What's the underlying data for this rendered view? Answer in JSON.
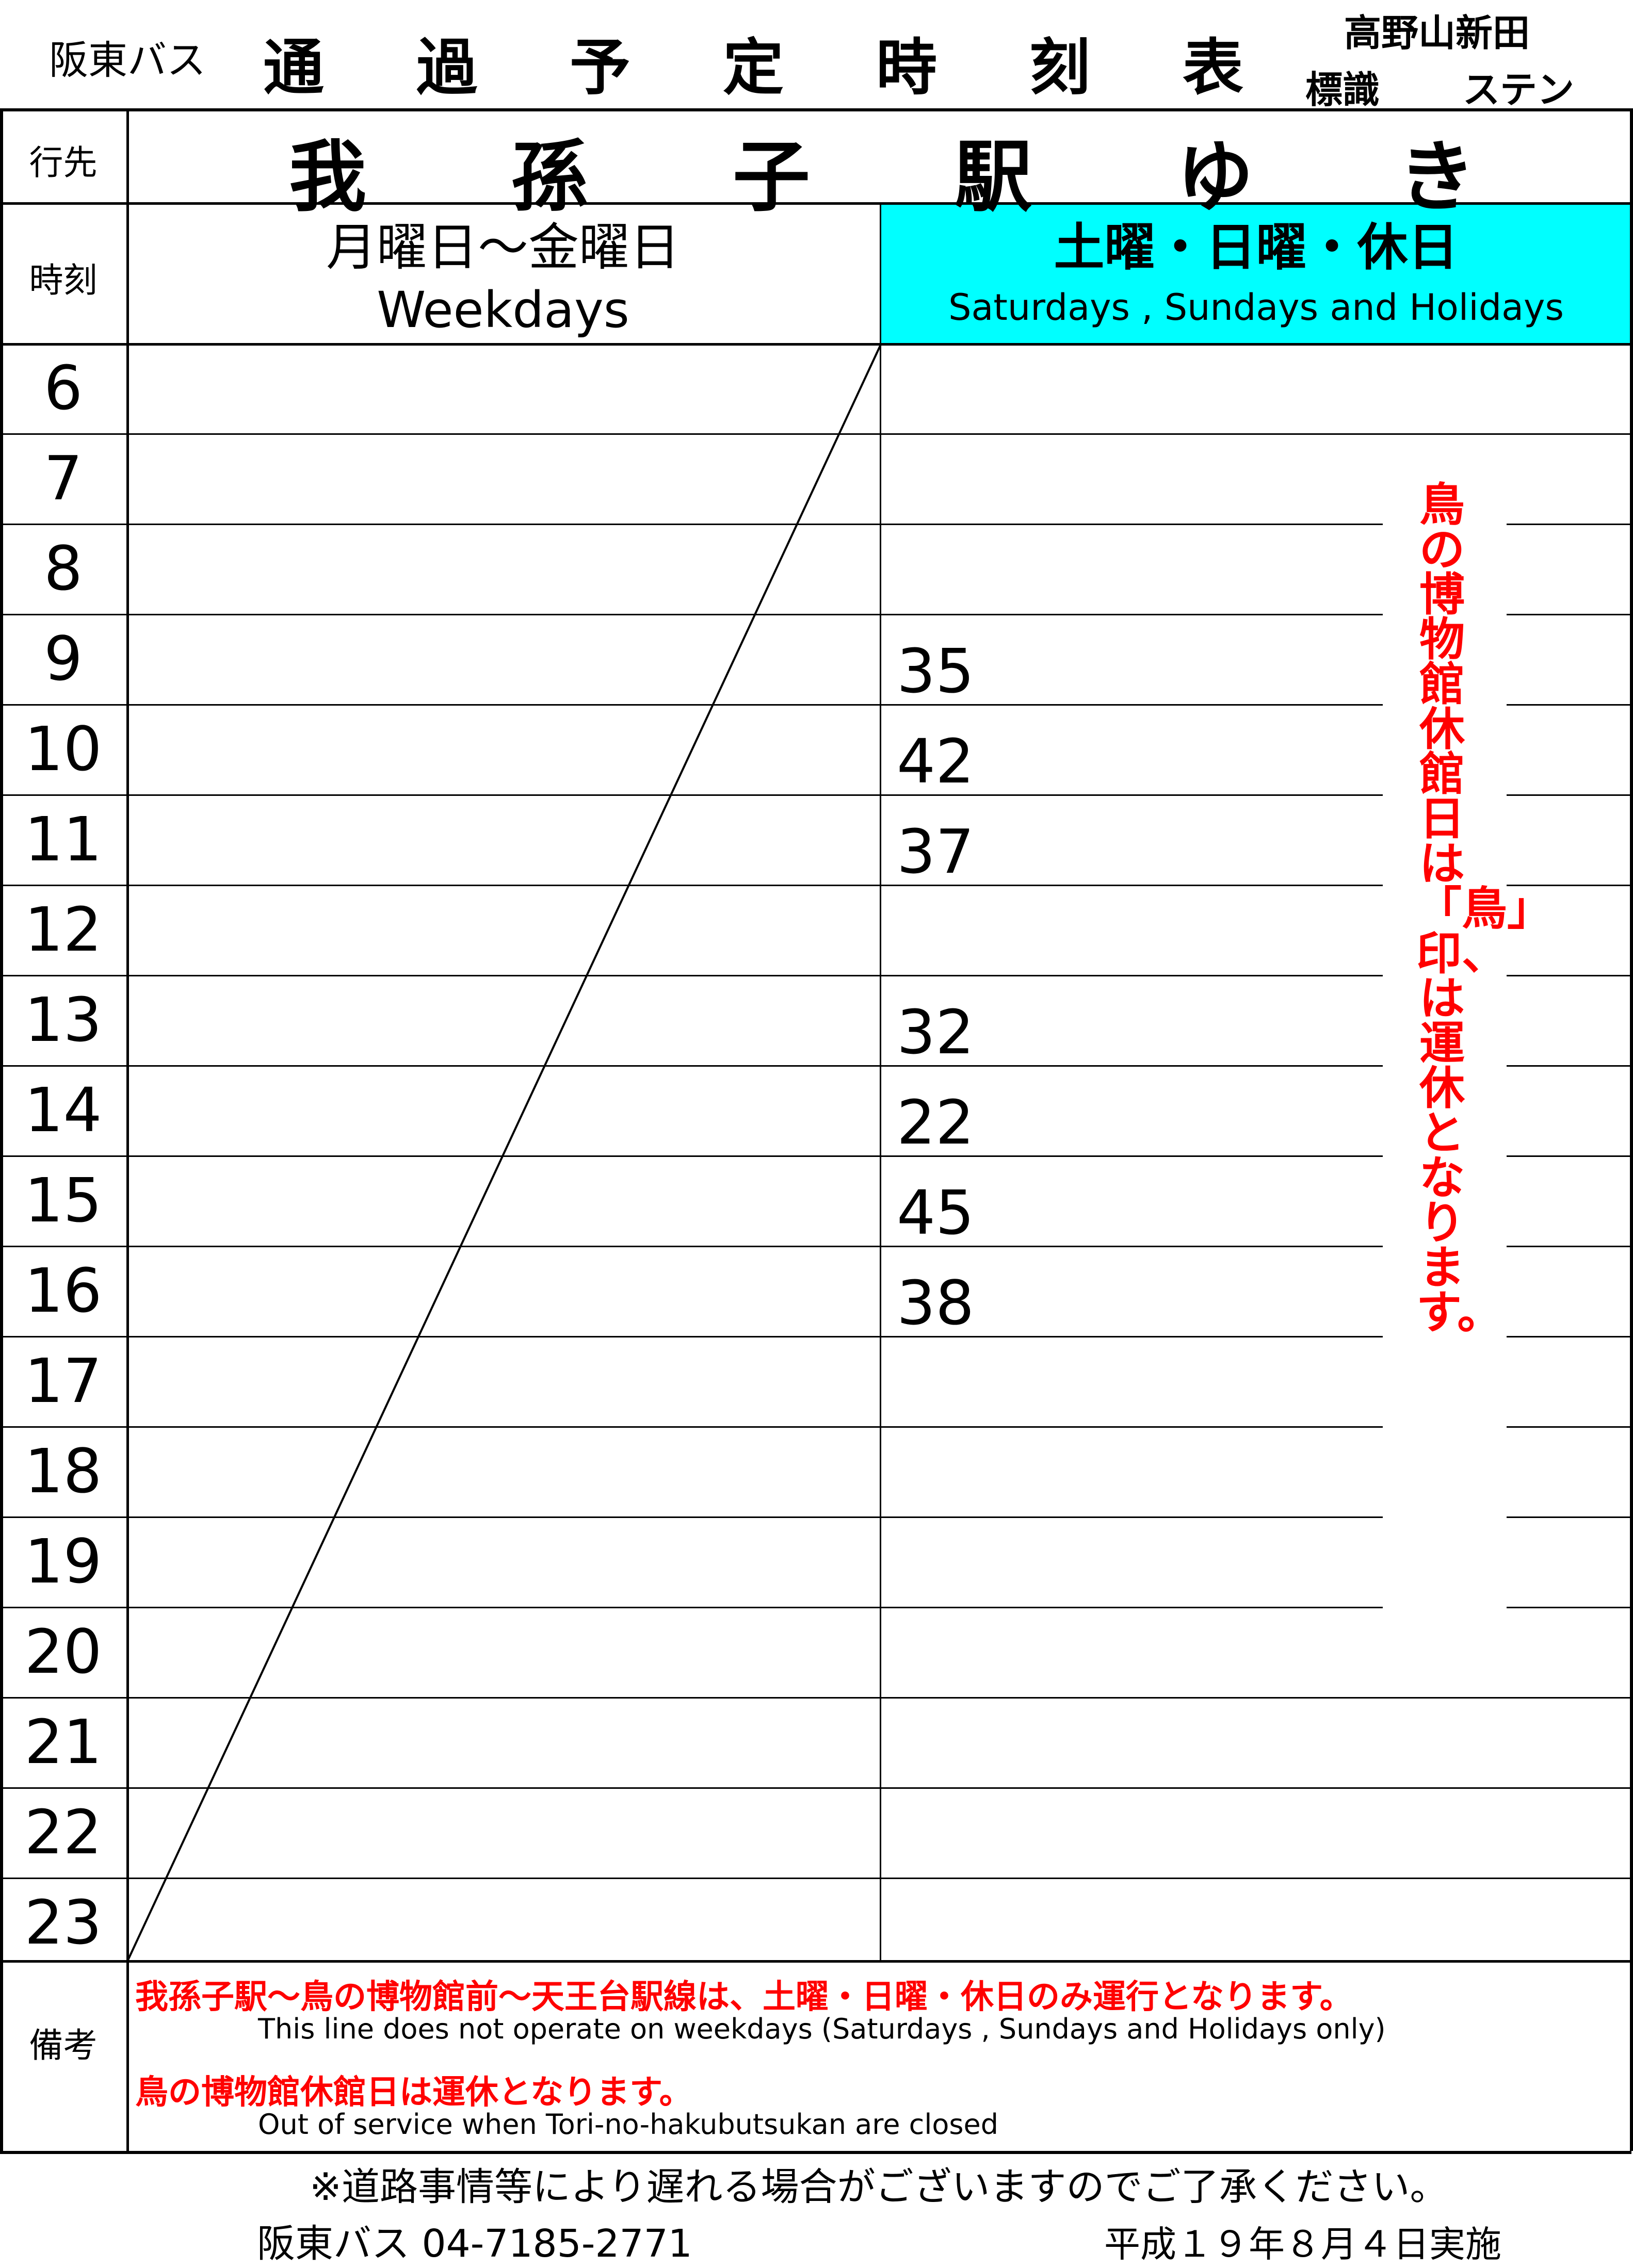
{
  "header": {
    "company": "阪東バス",
    "title_chars": [
      "通",
      "過",
      "予",
      "定",
      "時",
      "刻",
      "表"
    ],
    "stop_name": "高野山新田",
    "stop_label_left": "標識",
    "stop_label_right": "ステン"
  },
  "table": {
    "label_destination": "行先",
    "label_time": "時刻",
    "label_remarks": "備考",
    "destination_chars": [
      "我",
      "孫",
      "子",
      "駅",
      "ゆ",
      "き"
    ],
    "weekday_jp": "月曜日～金曜日",
    "weekday_en": "Weekdays",
    "holiday_jp": "土曜・日曜・休日",
    "holiday_en": "Saturdays , Sundays and Holidays",
    "holiday_header_color": "#00ffff",
    "rows": [
      {
        "hour": "6",
        "weekday": "",
        "holiday": ""
      },
      {
        "hour": "7",
        "weekday": "",
        "holiday": ""
      },
      {
        "hour": "8",
        "weekday": "",
        "holiday": ""
      },
      {
        "hour": "9",
        "weekday": "",
        "holiday": "35"
      },
      {
        "hour": "10",
        "weekday": "",
        "holiday": "42"
      },
      {
        "hour": "11",
        "weekday": "",
        "holiday": "37"
      },
      {
        "hour": "12",
        "weekday": "",
        "holiday": ""
      },
      {
        "hour": "13",
        "weekday": "",
        "holiday": "32"
      },
      {
        "hour": "14",
        "weekday": "",
        "holiday": "22"
      },
      {
        "hour": "15",
        "weekday": "",
        "holiday": "45"
      },
      {
        "hour": "16",
        "weekday": "",
        "holiday": "38"
      },
      {
        "hour": "17",
        "weekday": "",
        "holiday": ""
      },
      {
        "hour": "18",
        "weekday": "",
        "holiday": ""
      },
      {
        "hour": "19",
        "weekday": "",
        "holiday": ""
      },
      {
        "hour": "20",
        "weekday": "",
        "holiday": ""
      },
      {
        "hour": "21",
        "weekday": "",
        "holiday": ""
      },
      {
        "hour": "22",
        "weekday": "",
        "holiday": ""
      },
      {
        "hour": "23",
        "weekday": "",
        "holiday": ""
      }
    ],
    "side_note": "鳥の博物館休館日は「鳥」印、は運休となります。",
    "side_note_color": "#ff0000"
  },
  "remarks": {
    "line1_jp": "我孫子駅～鳥の博物館前～天王台駅線は、土曜・日曜・休日のみ運行となります。",
    "line1_en": "This line does not operate on weekdays (Saturdays , Sundays and Holidays only)",
    "line2_jp": "鳥の博物館休館日は運休となります。",
    "line2_en": "Out of service when Tori-no-hakubutsukan are closed"
  },
  "footer": {
    "notice": "※道路事情等により遅れる場合がございますのでご了承ください。",
    "contact": "阪東バス 04-7185-2771",
    "effective_date": "平成１９年８月４日実施"
  }
}
